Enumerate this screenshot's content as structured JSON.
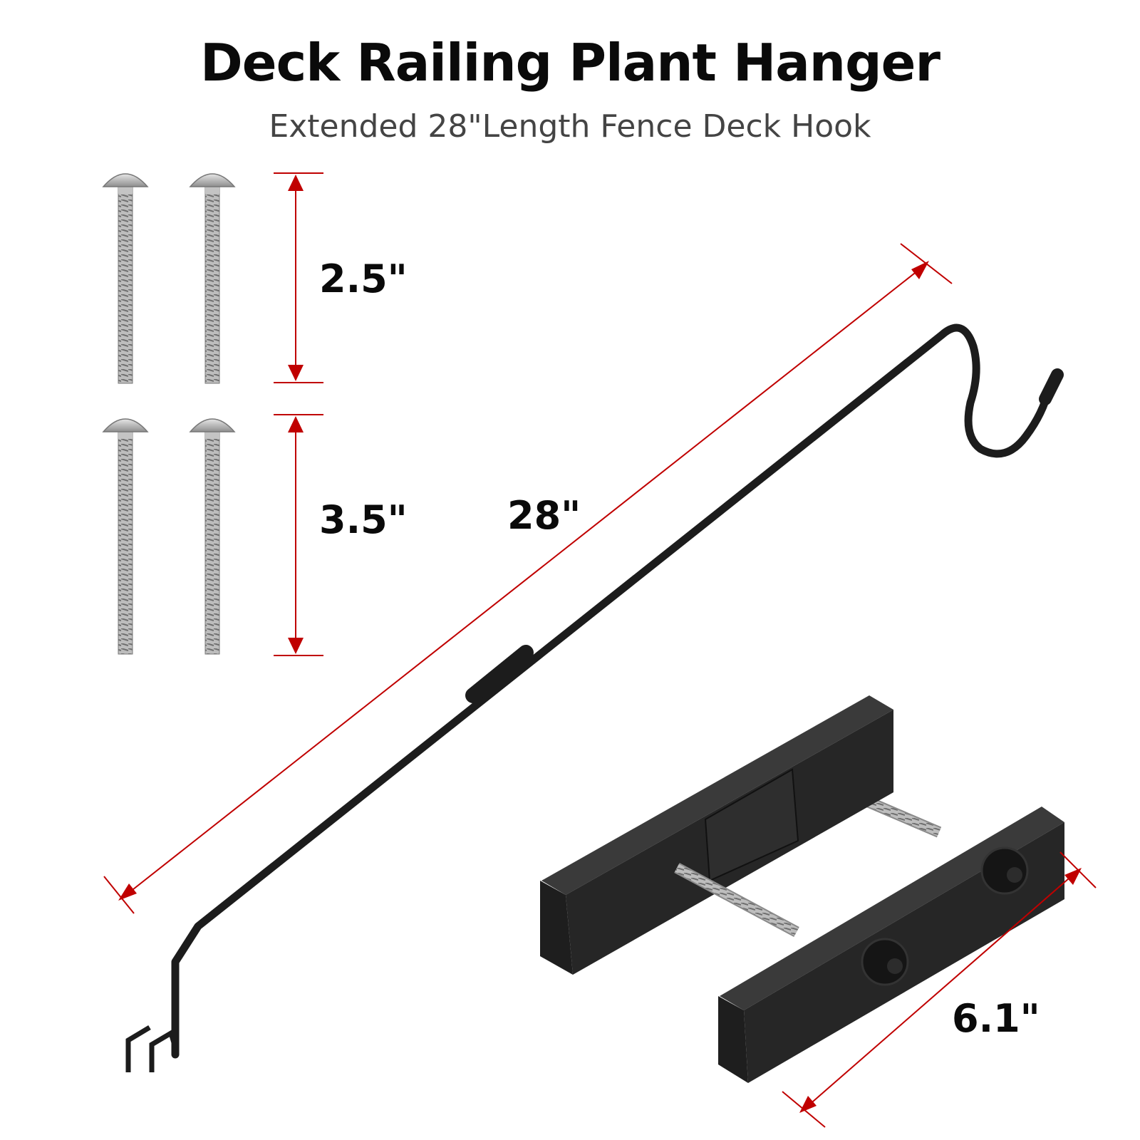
{
  "header": {
    "title": "Deck Railing Plant Hanger",
    "subtitle": "Extended 28\"Length Fence Deck Hook"
  },
  "dimensions": {
    "short_bolt": "2.5\"",
    "long_bolt": "3.5\"",
    "hanger_length": "28\"",
    "bracket_length": "6.1\""
  },
  "colors": {
    "dimension_line": "#c00000",
    "metal_black": "#1c1c1c",
    "steel": "#b9b9b9"
  }
}
